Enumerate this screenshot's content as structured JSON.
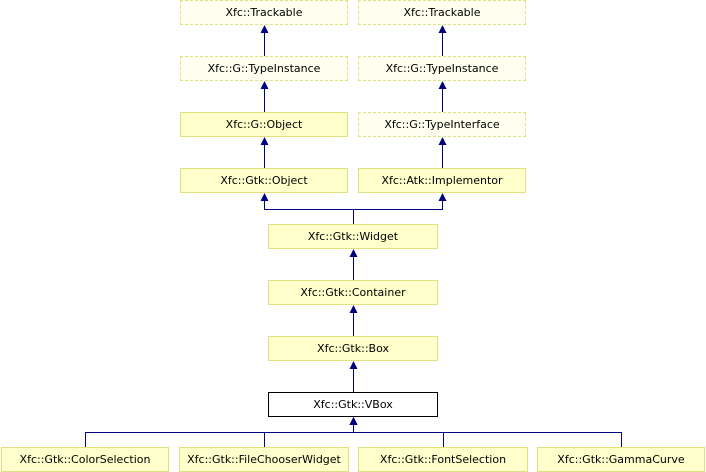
{
  "diagram": {
    "nodes": {
      "trackable_1": {
        "label": "Xfc::Trackable",
        "style": "dashed"
      },
      "trackable_2": {
        "label": "Xfc::Trackable",
        "style": "dashed"
      },
      "g_typeinstance_1": {
        "label": "Xfc::G::TypeInstance",
        "style": "dashed"
      },
      "g_typeinstance_2": {
        "label": "Xfc::G::TypeInstance",
        "style": "dashed"
      },
      "g_object": {
        "label": "Xfc::G::Object",
        "style": "solid"
      },
      "g_typeinterface": {
        "label": "Xfc::G::TypeInterface",
        "style": "dashed"
      },
      "gtk_object": {
        "label": "Xfc::Gtk::Object",
        "style": "solid"
      },
      "atk_implementor": {
        "label": "Xfc::Atk::Implementor",
        "style": "solid"
      },
      "gtk_widget": {
        "label": "Xfc::Gtk::Widget",
        "style": "solid"
      },
      "gtk_container": {
        "label": "Xfc::Gtk::Container",
        "style": "solid"
      },
      "gtk_box": {
        "label": "Xfc::Gtk::Box",
        "style": "solid"
      },
      "gtk_vbox": {
        "label": "Xfc::Gtk::VBox",
        "style": "current"
      },
      "gtk_colorselection": {
        "label": "Xfc::Gtk::ColorSelection",
        "style": "solid"
      },
      "gtk_filechooserwidget": {
        "label": "Xfc::Gtk::FileChooserWidget",
        "style": "solid"
      },
      "gtk_fontselection": {
        "label": "Xfc::Gtk::FontSelection",
        "style": "solid"
      },
      "gtk_gammacurve": {
        "label": "Xfc::Gtk::GammaCurve",
        "style": "solid"
      }
    },
    "edges": [
      {
        "from": "g_typeinstance_1",
        "to": "trackable_1"
      },
      {
        "from": "g_typeinstance_2",
        "to": "trackable_2"
      },
      {
        "from": "g_object",
        "to": "g_typeinstance_1"
      },
      {
        "from": "g_typeinterface",
        "to": "g_typeinstance_2"
      },
      {
        "from": "gtk_object",
        "to": "g_object"
      },
      {
        "from": "atk_implementor",
        "to": "g_typeinterface"
      },
      {
        "from": "gtk_widget",
        "to": "gtk_object"
      },
      {
        "from": "gtk_widget",
        "to": "atk_implementor"
      },
      {
        "from": "gtk_container",
        "to": "gtk_widget"
      },
      {
        "from": "gtk_box",
        "to": "gtk_container"
      },
      {
        "from": "gtk_vbox",
        "to": "gtk_box"
      },
      {
        "from": "gtk_colorselection",
        "to": "gtk_vbox"
      },
      {
        "from": "gtk_filechooserwidget",
        "to": "gtk_vbox"
      },
      {
        "from": "gtk_fontselection",
        "to": "gtk_vbox"
      },
      {
        "from": "gtk_gammacurve",
        "to": "gtk_vbox"
      }
    ],
    "edge_color": "#000080",
    "node_fill": "#ffffcc",
    "node_border": "#e0e080",
    "current_border": "#000000"
  }
}
